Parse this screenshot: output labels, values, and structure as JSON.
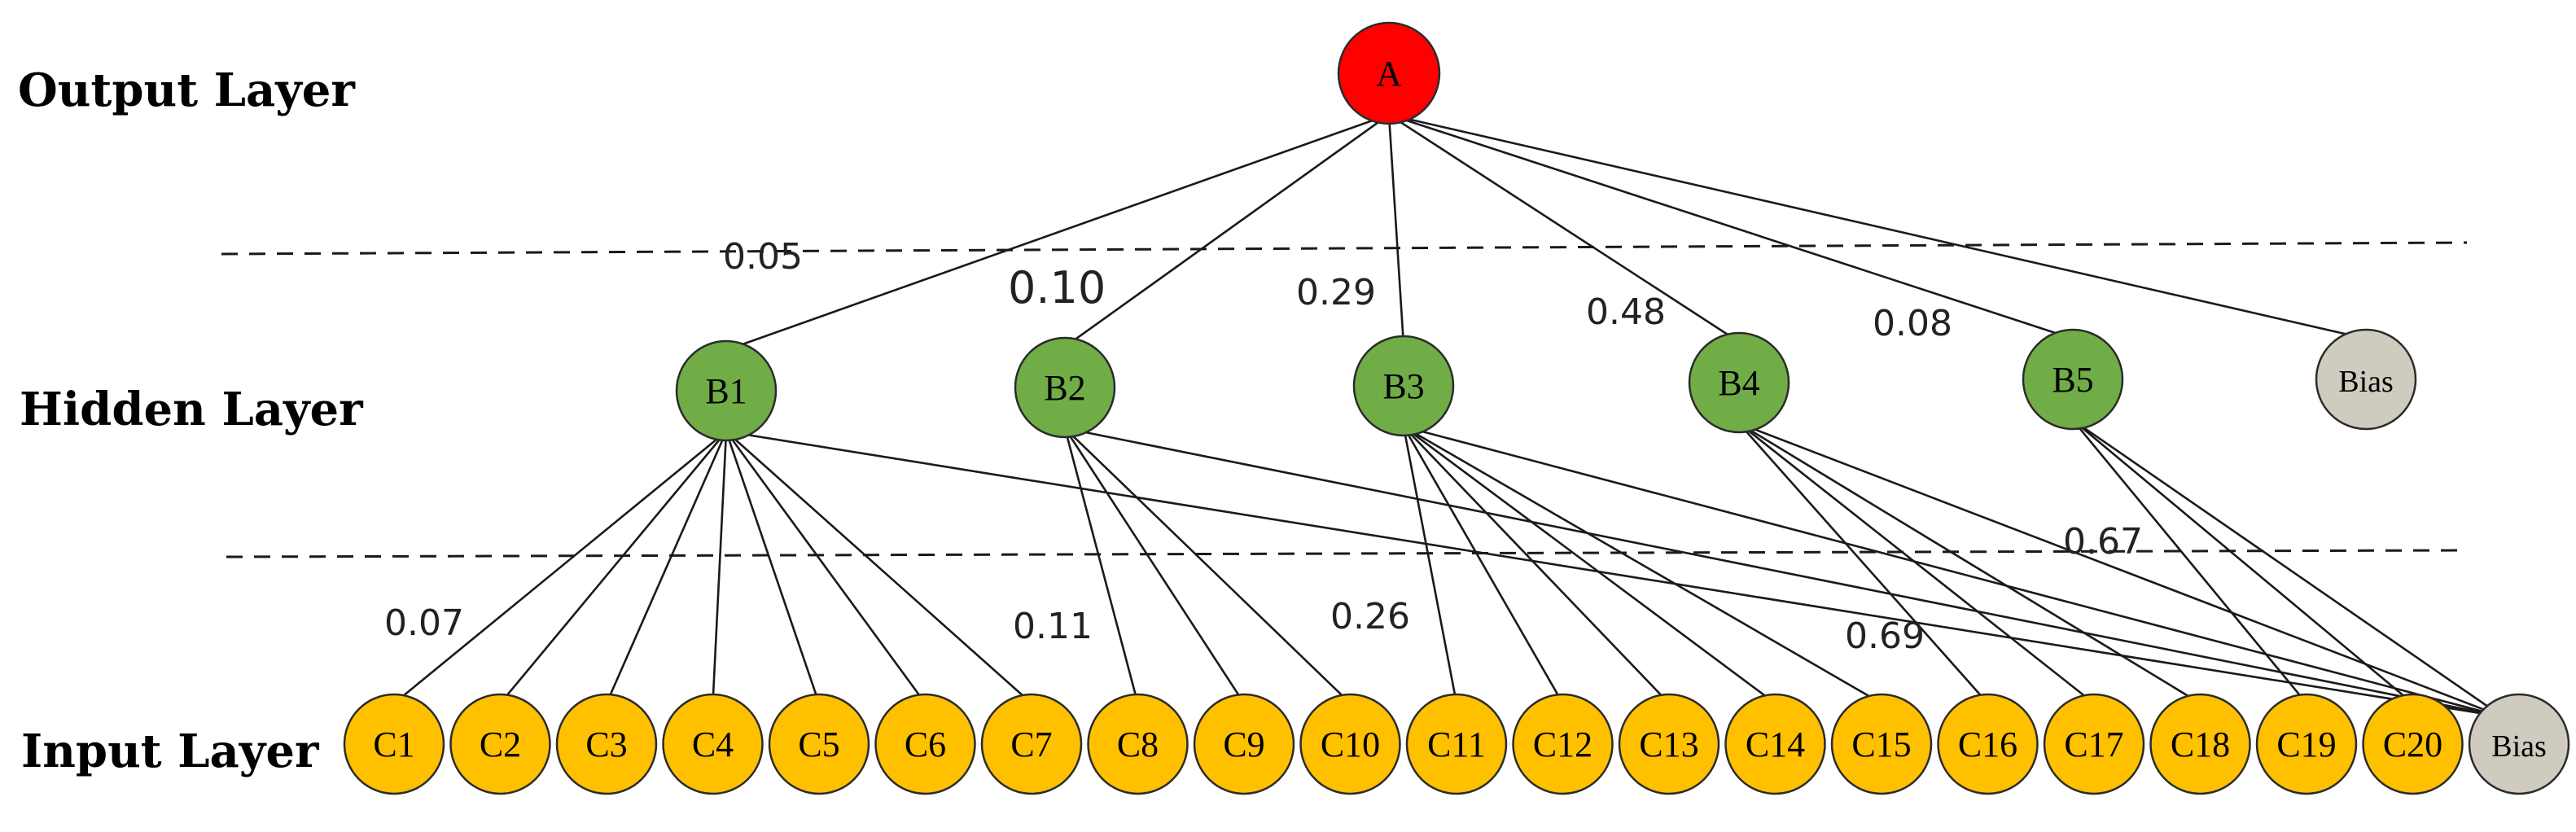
{
  "layer_labels": {
    "output": "Output Layer",
    "hidden": "Hidden Layer",
    "input": "Input Layer"
  },
  "colors": {
    "output_node": "#ff0000",
    "hidden_node": "#70ad47",
    "input_node": "#ffc000",
    "bias_node": "#cfcbbe"
  },
  "output_nodes": [
    {
      "id": "A",
      "label": "A"
    }
  ],
  "hidden_nodes": [
    {
      "id": "B1",
      "label": "B1"
    },
    {
      "id": "B2",
      "label": "B2"
    },
    {
      "id": "B3",
      "label": "B3"
    },
    {
      "id": "B4",
      "label": "B4"
    },
    {
      "id": "B5",
      "label": "B5"
    },
    {
      "id": "HBias",
      "label": "Bias",
      "bias": true
    }
  ],
  "input_nodes": [
    {
      "id": "C1",
      "label": "C1"
    },
    {
      "id": "C2",
      "label": "C2"
    },
    {
      "id": "C3",
      "label": "C3"
    },
    {
      "id": "C4",
      "label": "C4"
    },
    {
      "id": "C5",
      "label": "C5"
    },
    {
      "id": "C6",
      "label": "C6"
    },
    {
      "id": "C7",
      "label": "C7"
    },
    {
      "id": "C8",
      "label": "C8"
    },
    {
      "id": "C9",
      "label": "C9"
    },
    {
      "id": "C10",
      "label": "C10"
    },
    {
      "id": "C11",
      "label": "C11"
    },
    {
      "id": "C12",
      "label": "C12"
    },
    {
      "id": "C13",
      "label": "C13"
    },
    {
      "id": "C14",
      "label": "C14"
    },
    {
      "id": "C15",
      "label": "C15"
    },
    {
      "id": "C16",
      "label": "C16"
    },
    {
      "id": "C17",
      "label": "C17"
    },
    {
      "id": "C18",
      "label": "C18"
    },
    {
      "id": "C19",
      "label": "C19"
    },
    {
      "id": "C20",
      "label": "C20"
    },
    {
      "id": "IBias",
      "label": "Bias",
      "bias": true
    }
  ],
  "edges": [
    [
      "A",
      "B1"
    ],
    [
      "A",
      "B2"
    ],
    [
      "A",
      "B3"
    ],
    [
      "A",
      "B4"
    ],
    [
      "A",
      "B5"
    ],
    [
      "A",
      "HBias"
    ],
    [
      "B1",
      "C1"
    ],
    [
      "B1",
      "C2"
    ],
    [
      "B1",
      "C3"
    ],
    [
      "B1",
      "C4"
    ],
    [
      "B1",
      "C5"
    ],
    [
      "B1",
      "C6"
    ],
    [
      "B1",
      "C7"
    ],
    [
      "B1",
      "IBias"
    ],
    [
      "B2",
      "C8"
    ],
    [
      "B2",
      "C9"
    ],
    [
      "B2",
      "C10"
    ],
    [
      "B2",
      "IBias"
    ],
    [
      "B3",
      "C11"
    ],
    [
      "B3",
      "C12"
    ],
    [
      "B3",
      "C13"
    ],
    [
      "B3",
      "C14"
    ],
    [
      "B3",
      "C15"
    ],
    [
      "B3",
      "IBias"
    ],
    [
      "B4",
      "C16"
    ],
    [
      "B4",
      "C17"
    ],
    [
      "B4",
      "C18"
    ],
    [
      "B4",
      "IBias"
    ],
    [
      "B5",
      "C19"
    ],
    [
      "B5",
      "C20"
    ],
    [
      "B5",
      "IBias"
    ]
  ],
  "weights": [
    {
      "text": "0.05",
      "big": false
    },
    {
      "text": "0.10",
      "big": true
    },
    {
      "text": "0.29",
      "big": false
    },
    {
      "text": "0.48",
      "big": false
    },
    {
      "text": "0.08",
      "big": false
    },
    {
      "text": "0.67",
      "big": false
    },
    {
      "text": "0.07",
      "big": false
    },
    {
      "text": "0.11",
      "big": false
    },
    {
      "text": "0.26",
      "big": false
    },
    {
      "text": "0.69",
      "big": false
    }
  ]
}
